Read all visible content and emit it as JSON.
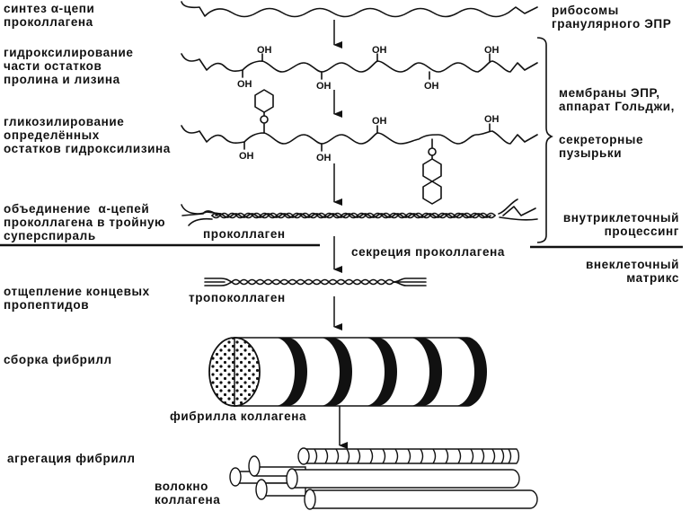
{
  "steps": {
    "synthesis": "синтез α-цепи\nпроколлагена",
    "hydroxylation": "гидроксилирование\nчасти остатков\nпролина и лизина",
    "glycosylation": "гликозилирование\nопределённых\nостатков гидроксилизина",
    "triple_helix": "объединение  α-цепей\nпроколлагена в тройную\nсуперспираль",
    "cleavage": "отщепление концевых\nпропептидов",
    "fibril_assembly": "сборка фибрилл",
    "fibril_aggregation": "агрегация фибрилл"
  },
  "locations": {
    "ribosomes": "рибосомы\nгранулярного ЭПР",
    "membranes": "мембраны ЭПР,\nаппарат Гольджи,",
    "vesicles": "секреторные\nпузырьки",
    "intracellular": "внутриклеточный\nпроцессинг",
    "extracellular": "внеклеточный\nматрикс"
  },
  "products": {
    "procollagen": "проколлаген",
    "secretion": "секреция проколлагена",
    "tropocollagen": "тропоколлаген",
    "fibril": "фибрилла коллагена",
    "fiber": "волокно\nколлагена"
  },
  "chemistry": {
    "hydroxyl_group": "OH"
  }
}
